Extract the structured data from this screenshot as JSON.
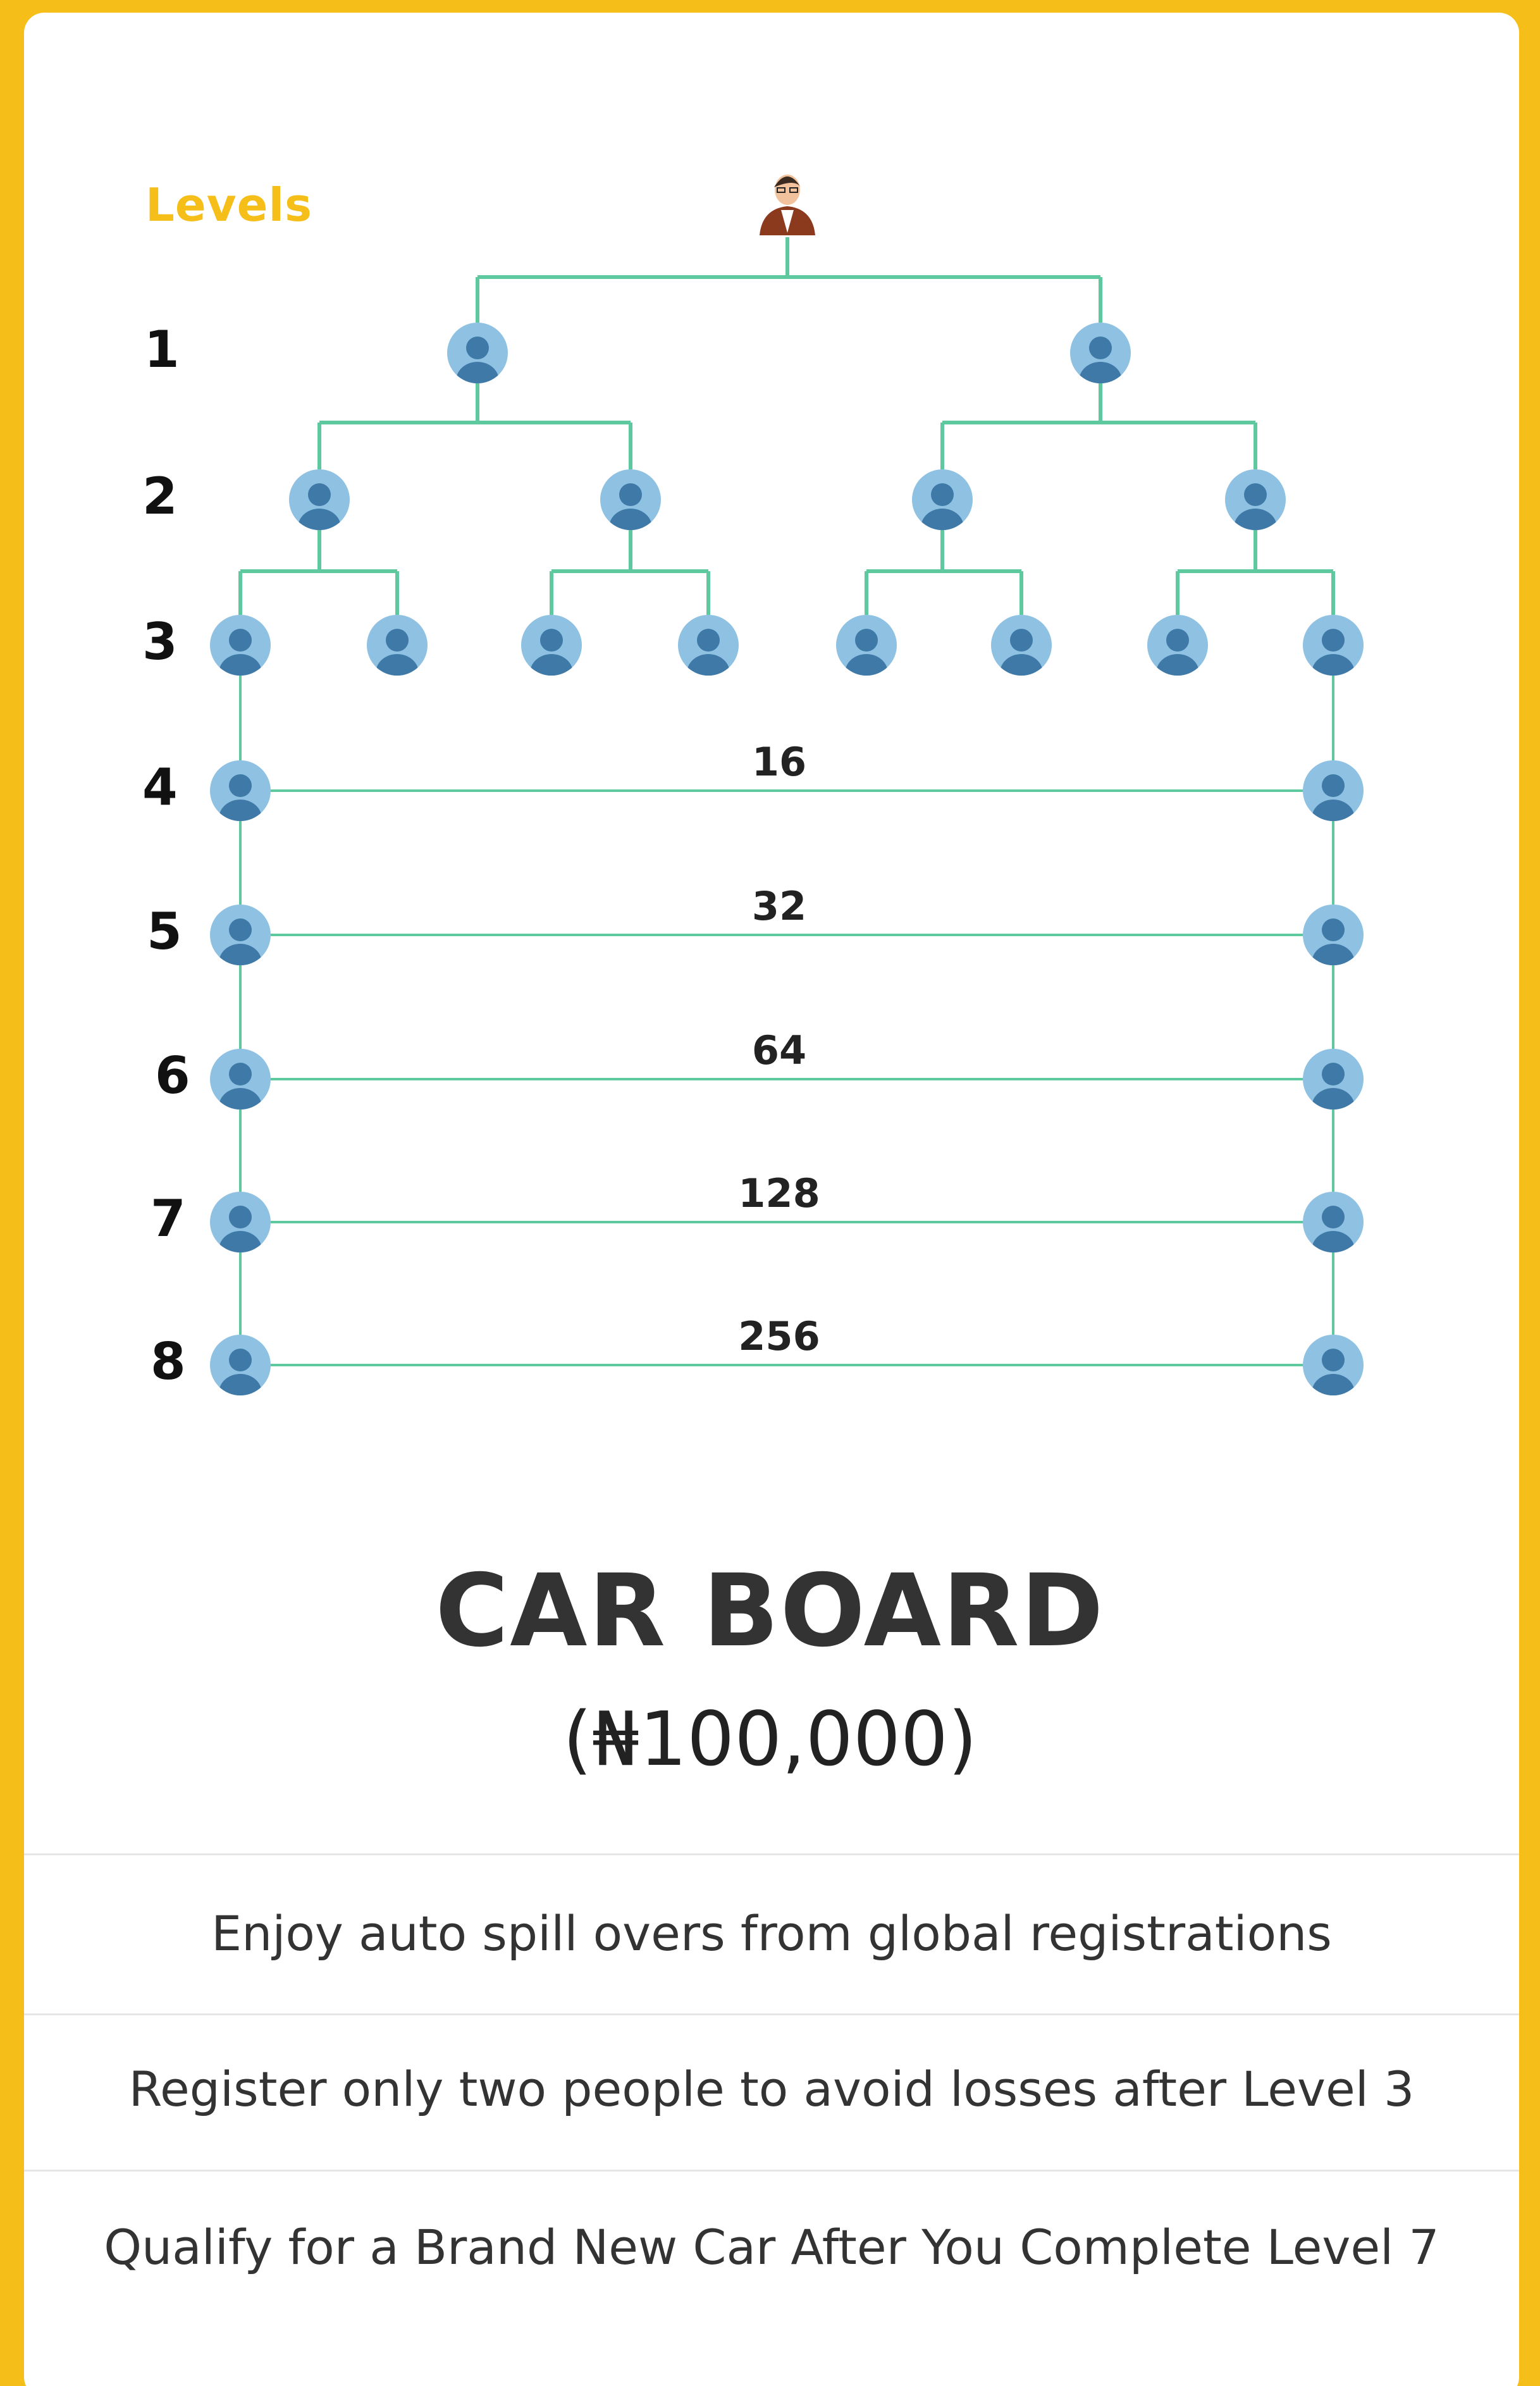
{
  "tree": {
    "levels_title": "Levels",
    "levels": [
      {
        "number": "1",
        "count": ""
      },
      {
        "number": "2",
        "count": ""
      },
      {
        "number": "3",
        "count": ""
      },
      {
        "number": "4",
        "count": "16"
      },
      {
        "number": "5",
        "count": "32"
      },
      {
        "number": "6",
        "count": "64"
      },
      {
        "number": "7",
        "count": "128"
      },
      {
        "number": "8",
        "count": "256"
      }
    ],
    "colors": {
      "line": "#5EC89E",
      "avatar_bg": "#8EC1E2",
      "avatar_fg": "#3F79A8",
      "accent": "#F5BE18",
      "root_suit": "#8B3A1E",
      "root_face": "#F2C29C"
    },
    "icons": {
      "root": "person-in-suit-icon",
      "member": "user-avatar-icon"
    }
  },
  "board": {
    "title": "CAR BOARD",
    "price": "(₦100,000)"
  },
  "features": [
    "Enjoy auto spill overs from global registrations",
    "Register only two people to avoid losses after Level 3",
    "Qualify for a Brand New Car After You Complete Level 7"
  ]
}
